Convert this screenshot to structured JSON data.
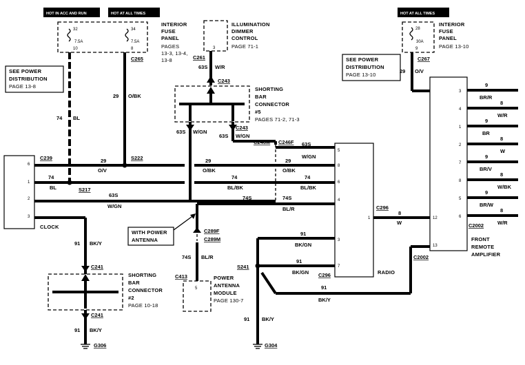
{
  "headers": {
    "h1": "HOT IN ACC AND RUN",
    "h2": "HOT AT ALL TIMES",
    "h3": "HOT AT ALL TIMES"
  },
  "fuse_panel_left": {
    "fuse_a_top": "32",
    "fuse_a_amp": "7.5A",
    "fuse_a_bot": "10",
    "fuse_b_top": "34",
    "fuse_b_amp": "7.5A",
    "fuse_b_bot": "8",
    "label": [
      "INTERIOR",
      "FUSE",
      "PANEL",
      "PAGES",
      "13-3, 13-4,",
      "13-8"
    ]
  },
  "illum_dimmer": {
    "pin": "3",
    "label": [
      "ILLUMINATION",
      "DIMMER",
      "CONTROL",
      "PAGE 71-1"
    ]
  },
  "fuse_panel_right": {
    "fuse_top": "28",
    "fuse_amp": "30A",
    "fuse_bot": "9",
    "label": [
      "INTERIOR",
      "FUSE",
      "PANEL",
      "PAGE 13-10"
    ]
  },
  "see_pd_left": [
    "SEE POWER",
    "DISTRIBUTION",
    "PAGE 13-8"
  ],
  "see_pd_right": [
    "SEE POWER",
    "DISTRIBUTION",
    "PAGE 13-10"
  ],
  "shorting_bar_5": [
    "SHORTING",
    "BAR",
    "CONNECTOR",
    "#5",
    "PAGES 71-2, 71-3"
  ],
  "shorting_bar_2": [
    "SHORTING",
    "BAR",
    "CONNECTOR",
    "#2",
    "PAGE 10-18"
  ],
  "power_antenna_module": {
    "pin": "5",
    "label": [
      "POWER",
      "ANTENNA",
      "MODULE",
      "PAGE 130-7"
    ]
  },
  "with_power_antenna": [
    "WITH POWER",
    "ANTENNA"
  ],
  "clock": {
    "label": "CLOCK",
    "pins": [
      "6",
      "1",
      "2",
      "3"
    ]
  },
  "radio": {
    "label": "RADIO",
    "pins": [
      "5",
      "8",
      "6",
      "4",
      "1",
      "3",
      "7"
    ]
  },
  "amplifier": {
    "label": [
      "FRONT",
      "REMOTE",
      "AMPLIFIER"
    ],
    "pins": [
      "3",
      "4",
      "1",
      "2",
      "7",
      "8",
      "5",
      "6",
      "12",
      "13"
    ]
  },
  "connectors": {
    "c239": "C239",
    "c265": "C265",
    "c261": "C261",
    "c243a": "C243",
    "c243b": "C243",
    "c246m": "C246M",
    "c246f": "C246F",
    "s222": "S222",
    "s217": "S217",
    "c296a": "C296",
    "c296b": "C296",
    "c267": "C267",
    "c2002a": "C2002",
    "c2002b": "C2002",
    "c289f": "C289F",
    "c289m": "C289M",
    "c413": "C413",
    "s241": "S241",
    "c241a": "C241",
    "c241b": "C241",
    "g306": "G306",
    "g304": "G304"
  },
  "wires": {
    "n74a": "74",
    "bl_a": "BL",
    "n29a": "29",
    "obk_a": "O/BK",
    "n63a": "63S",
    "wr_a": "W/R",
    "n63b": "63S",
    "wgn_b": "W/GN",
    "n63c": "63S",
    "wgn_c": "W/GN",
    "n29r": "29",
    "ov_r": "O/V",
    "n29b": "29",
    "ov_b": "O/V",
    "n29c": "29",
    "obk_c": "O/BK",
    "n29d": "29",
    "obk_d": "O/BK",
    "n74b": "74",
    "bl_b": "BL",
    "n74c": "74",
    "blbk_c": "BL/BK",
    "n74d": "74",
    "blbk_d": "BL/BK",
    "n63d": "63S",
    "wgn_d": "W/GN",
    "n63e": "63S",
    "wgn_e": "W/GN",
    "n74s": "74S",
    "n74s2": "74S",
    "blr_a": "BL/R",
    "n8": "8",
    "w_8": "W",
    "n91a": "91",
    "bkgn_a": "BK/GN",
    "n91b": "91",
    "bkgn_b": "BK/GN",
    "n91c": "91",
    "bky_c": "BK/Y",
    "n91d": "91",
    "bky_d": "BK/Y",
    "n91e": "91",
    "bky_e": "BK/Y",
    "n91f": "91",
    "bky_f": "BK/Y",
    "n74s3": "74S",
    "blr_b": "BL/R",
    "a9a": "9",
    "a_brr": "BR/R",
    "a8a": "8",
    "a_wr": "W/R",
    "a9b": "9",
    "a_br": "BR",
    "a8b": "8",
    "a_w": "W",
    "a9c": "9",
    "a_brv": "BR/V",
    "a8c": "8",
    "a_wbk": "W/BK",
    "a9d": "9",
    "a_brw": "BR/W",
    "a8d": "8",
    "a_wr2": "W/R"
  }
}
